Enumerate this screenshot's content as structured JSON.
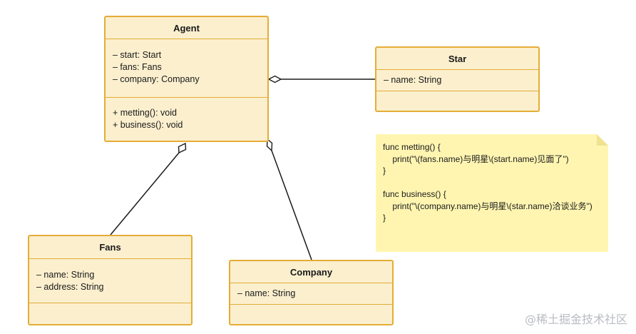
{
  "classes": {
    "agent": {
      "name": "Agent",
      "attributes": [
        "– start: Start",
        "– fans: Fans",
        "– company: Company"
      ],
      "methods": [
        "+ metting(): void",
        "+ business(): void"
      ]
    },
    "star": {
      "name": "Star",
      "attributes": [
        "– name: String"
      ]
    },
    "fans": {
      "name": "Fans",
      "attributes": [
        "– name: String",
        "– address: String"
      ]
    },
    "company": {
      "name": "Company",
      "attributes": [
        "– name: String"
      ]
    }
  },
  "note": {
    "lines": [
      "func metting() {",
      "    print(\"\\(fans.name)与明星\\(start.name)见面了\")",
      "}",
      "",
      "func business() {",
      "    print(\"\\(company.name)与明星\\(star.name)洽谈业务\")",
      "}"
    ]
  },
  "watermark": "@稀土掘金技术社区",
  "colors": {
    "class_fill": "#fbefce",
    "class_border": "#e4ad37",
    "note_fill": "#fff5b1",
    "note_fold": "#f1e291",
    "connector": "#1a1a1a"
  }
}
